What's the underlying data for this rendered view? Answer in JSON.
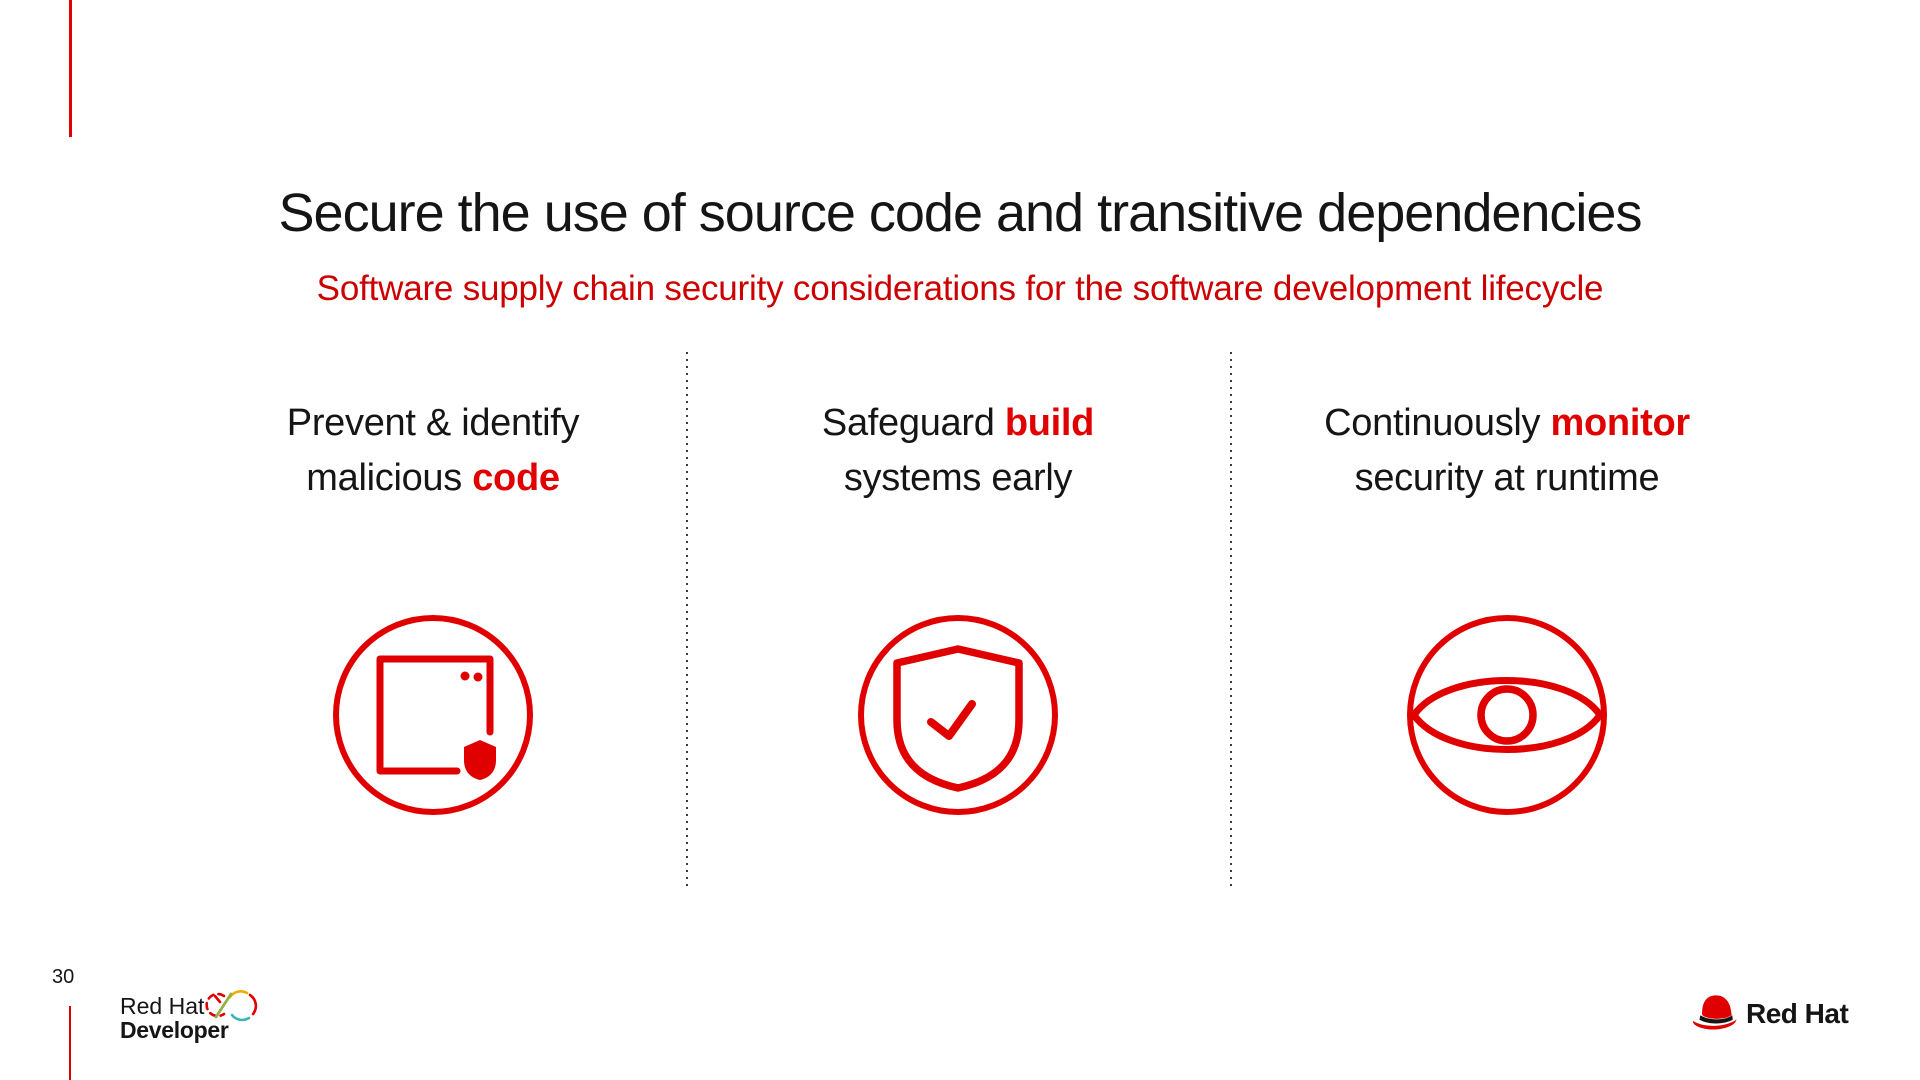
{
  "header": {
    "title": "Secure the use of source code and transitive dependencies",
    "subtitle": "Software supply chain security considerations for the software development lifecycle"
  },
  "columns": [
    {
      "id": "prevent-identify-malicious-code",
      "line1_pre": "Prevent & identify",
      "line1_keyword": "",
      "line2_pre": "malicious ",
      "line2_keyword": "code",
      "icon": "code-shield-icon"
    },
    {
      "id": "safeguard-build-systems",
      "line1_pre": "Safeguard ",
      "line1_keyword": "build",
      "line2_pre": "systems early",
      "line2_keyword": "",
      "icon": "shield-check-icon"
    },
    {
      "id": "monitor-security-runtime",
      "line1_pre": "Continuously ",
      "line1_keyword": "monitor",
      "line2_pre": "security at runtime",
      "line2_keyword": "",
      "icon": "eye-icon"
    }
  ],
  "footer": {
    "page_number": "30",
    "developer_brand": {
      "line1": "Red Hat",
      "line2": "Developer"
    },
    "redhat_wordmark": "Red Hat"
  },
  "colors": {
    "accent_red": "#E00000",
    "subtitle_red": "#CC0000",
    "text_dark": "#151515",
    "divider_gray": "#3B3B3B",
    "infinity_orange": "#F0AB00",
    "infinity_teal": "#40B4B4",
    "infinity_green": "#92B141"
  }
}
